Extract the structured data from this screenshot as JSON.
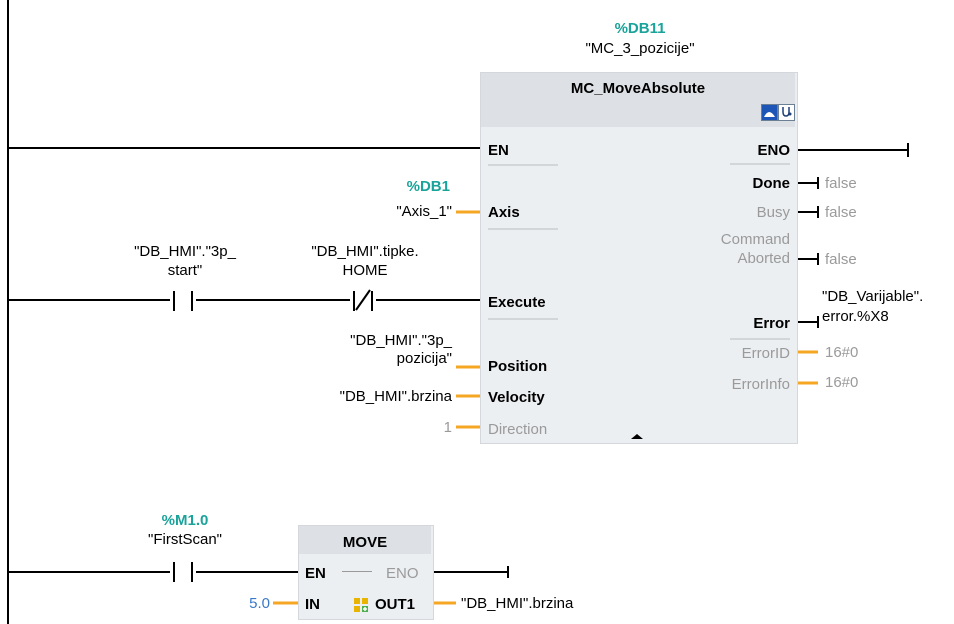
{
  "block1": {
    "db_address": "%DB11",
    "instance_name": "\"MC_3_pozicije\"",
    "title": "MC_MoveAbsolute",
    "icons": [
      "motion-control-icon",
      "diagnostics-icon"
    ],
    "inputs": {
      "en": "EN",
      "axis": "Axis",
      "execute": "Execute",
      "position": "Position",
      "velocity": "Velocity",
      "direction": "Direction"
    },
    "outputs": {
      "eno": "ENO",
      "done": "Done",
      "busy": "Busy",
      "command_line1": "Command",
      "command_line2": "Aborted",
      "error": "Error",
      "errorid": "ErrorID",
      "errorinfo": "ErrorInfo"
    },
    "axis_db": "%DB1",
    "axis_value": "\"Axis_1\"",
    "position_line1": "\"DB_HMI\".\"3p_",
    "position_line2": "pozicija\"",
    "velocity_value": "\"DB_HMI\".brzina",
    "direction_value": "1",
    "done_value": "false",
    "busy_value": "false",
    "aborted_value": "false",
    "error_line1": "\"DB_Varijable\".",
    "error_line2": "error.%X8",
    "errorid_value": "16#0",
    "errorinfo_value": "16#0"
  },
  "contacts": {
    "start_line1": "\"DB_HMI\".\"3p_",
    "start_line2": "start\"",
    "home_line1": "\"DB_HMI\".tipke.",
    "home_line2": "HOME",
    "firstscan_address": "%M1.0",
    "firstscan_name": "\"FirstScan\""
  },
  "block2": {
    "title": "MOVE",
    "en": "EN",
    "eno": "ENO",
    "in": "IN",
    "out1": "OUT1",
    "in_value": "5.0",
    "out_value": "\"DB_HMI\".brzina"
  },
  "colors": {
    "teal": "#1aa39a",
    "orange": "#f5a623",
    "block_bg": "#eceff2",
    "header_bg": "#dde1e5",
    "gray_text": "#9a9a9a",
    "constant_blue": "#3a78c8"
  }
}
